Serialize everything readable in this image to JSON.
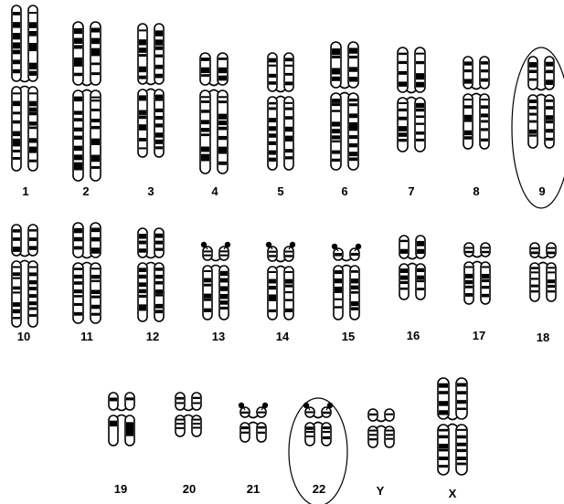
{
  "rows": [
    {
      "chromosomes": [
        {
          "label": "1",
          "circled": false
        },
        {
          "label": "2",
          "circled": false
        },
        {
          "label": "3",
          "circled": false
        },
        {
          "label": "4",
          "circled": false
        },
        {
          "label": "5",
          "circled": false
        },
        {
          "label": "6",
          "circled": false
        },
        {
          "label": "7",
          "circled": false
        },
        {
          "label": "8",
          "circled": false
        },
        {
          "label": "9",
          "circled": true
        }
      ]
    },
    {
      "chromosomes": [
        {
          "label": "10",
          "circled": false
        },
        {
          "label": "11",
          "circled": false
        },
        {
          "label": "12",
          "circled": false
        },
        {
          "label": "13",
          "circled": false,
          "satellites": true
        },
        {
          "label": "14",
          "circled": false,
          "satellites": true
        },
        {
          "label": "15",
          "circled": false,
          "satellites": true
        },
        {
          "label": "16",
          "circled": false
        },
        {
          "label": "17",
          "circled": false
        },
        {
          "label": "18",
          "circled": false
        }
      ]
    },
    {
      "chromosomes": [
        {
          "label": "19",
          "circled": false
        },
        {
          "label": "20",
          "circled": false
        },
        {
          "label": "21",
          "circled": false,
          "satellites": true
        },
        {
          "label": "22",
          "circled": true,
          "satellites": true
        },
        {
          "label": "Y",
          "circled": false
        },
        {
          "label": "X",
          "circled": false
        }
      ]
    }
  ]
}
